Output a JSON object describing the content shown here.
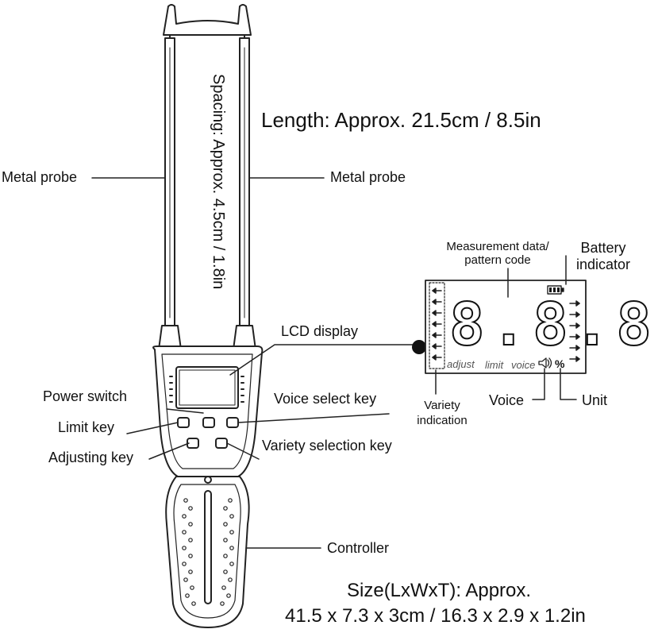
{
  "dimension_labels": {
    "length": "Length: Approx. 21.5cm / 8.5in",
    "spacing": "Spacing: Approx. 4.5cm / 1.8in",
    "size_line1": "Size(LxWxT): Approx.",
    "size_line2": "41.5 x 7.3 x 3cm / 16.3 x 2.9 x 1.2in"
  },
  "callouts": {
    "metal_probe_left": "Metal probe",
    "metal_probe_right": "Metal probe",
    "lcd_display": "LCD display",
    "power_switch": "Power switch",
    "voice_select_key": "Voice select key",
    "limit_key": "Limit key",
    "adjusting_key": "Adjusting key",
    "variety_selection_key": "Variety selection key",
    "controller": "Controller"
  },
  "lcd_panel": {
    "measurement_line1": "Measurement data/",
    "measurement_line2": "pattern code",
    "battery_line1": "Battery",
    "battery_line2": "indicator",
    "digits": "8.8.8",
    "word_adjust": "adjust",
    "word_limit": "limit",
    "word_voice": "voice",
    "unit_symbol": "%",
    "variety_line1": "Variety",
    "variety_line2": "indication",
    "voice_label": "Voice",
    "unit_label": "Unit"
  }
}
